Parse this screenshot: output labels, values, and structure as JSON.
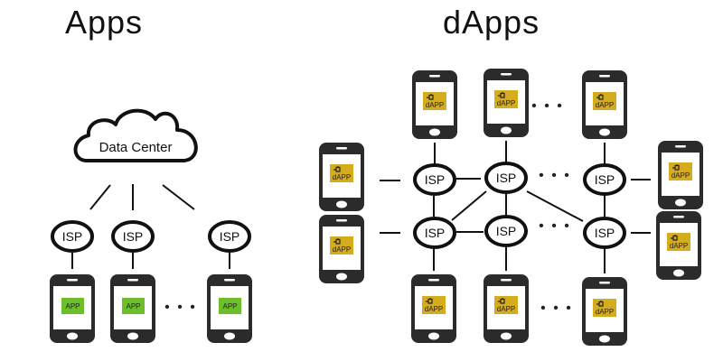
{
  "left": {
    "title": "Apps",
    "cloud_label": "Data Center",
    "isp_label": "ISP",
    "app_label": "APP",
    "ellipsis": "• • •",
    "colors": {
      "app_tile": "#6cbf2a"
    }
  },
  "right": {
    "title": "dApps",
    "isp_label": "ISP",
    "dapp_label": "dAPP",
    "ellipsis": "• • •",
    "colors": {
      "dapp_tile": "#d4ac1e"
    }
  },
  "colors": {
    "phone_body": "#2b2b2b",
    "screen": "#ffffff",
    "stroke": "#111111"
  }
}
